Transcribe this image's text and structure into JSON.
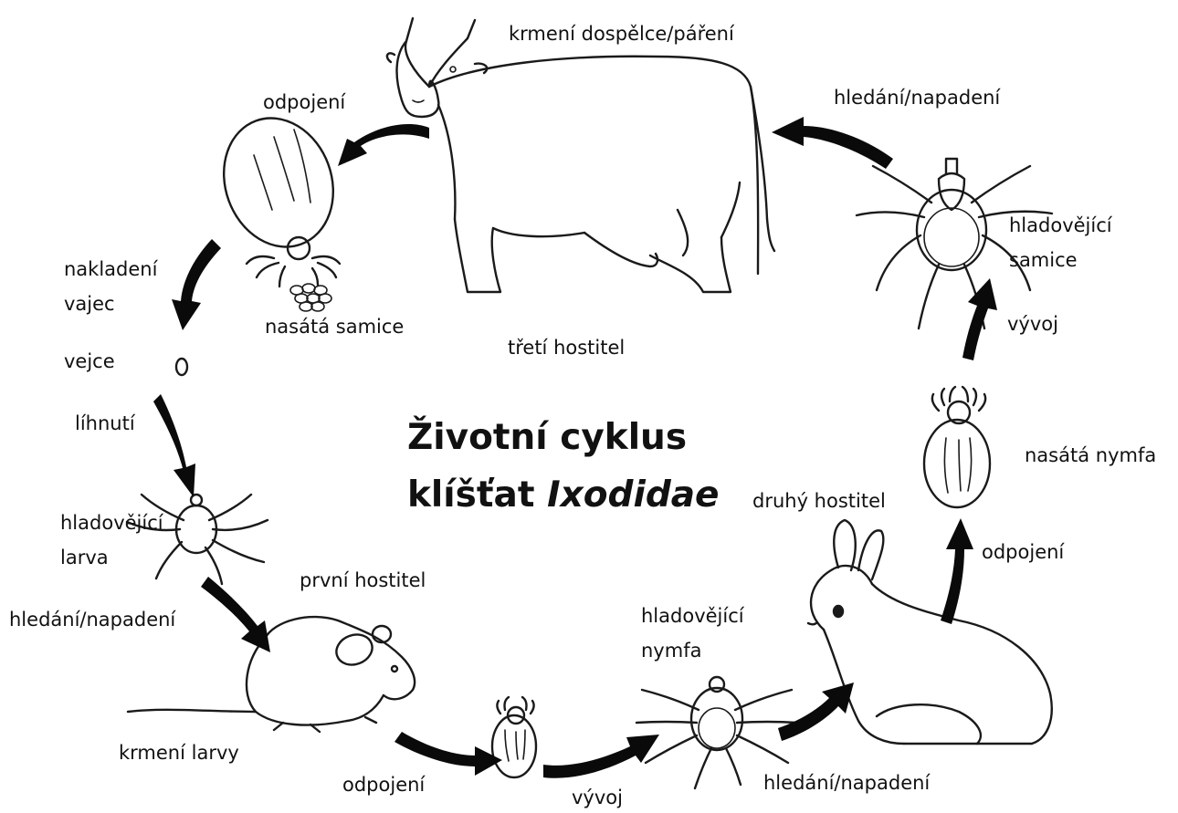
{
  "title": {
    "line1": "Životní cyklus",
    "line2_prefix": "klíšťat ",
    "line2_italic": "Ixodidae"
  },
  "labels": {
    "adult_feeding": "krmení dospělce/páření",
    "detach_top": "odpojení",
    "quest_top": "hledání/napadení",
    "hungry_female_1": "hladovějící",
    "hungry_female_2": "samice",
    "egg_laying_1": "nakladení",
    "egg_laying_2": "vajec",
    "engorged_female": "nasátá samice",
    "third_host": "třetí hostitel",
    "develop_right": "vývoj",
    "eggs": "vejce",
    "hatching": "líhnutí",
    "engorged_nymph": "nasátá nymfa",
    "second_host": "druhý hostitel",
    "hungry_larva_1": "hladovějící",
    "hungry_larva_2": "larva",
    "detach_right": "odpojení",
    "first_host": "první hostitel",
    "quest_left": "hledání/napadení",
    "hungry_nymph_1": "hladovějící",
    "hungry_nymph_2": "nymfa",
    "larva_feeding": "krmení larvy",
    "detach_bottom": "odpojení",
    "develop_bottom": "vývoj",
    "quest_bottom": "hledání/napadení"
  }
}
